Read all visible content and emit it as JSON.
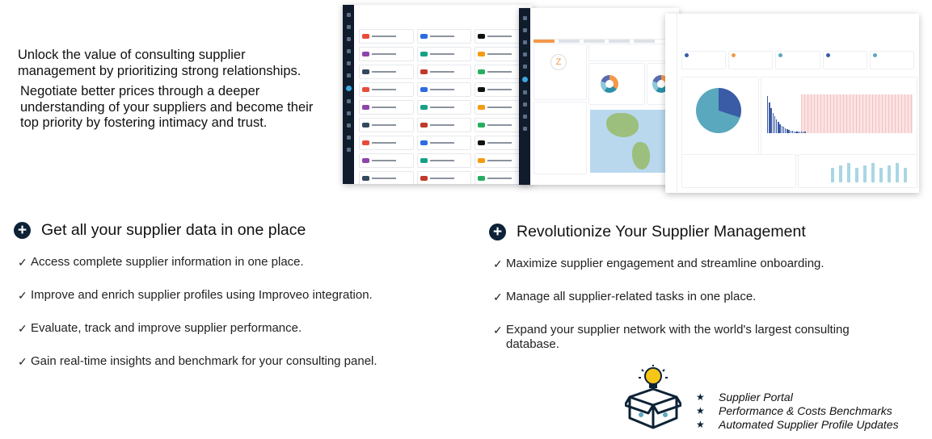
{
  "intro": {
    "line1": "Unlock the value of consulting supplier management by prioritizing strong relationships.",
    "line2": "Negotiate better prices through a deeper understanding of your suppliers and become their top priority by fostering intimacy and trust."
  },
  "left_section": {
    "heading": "Get all your supplier data in one place",
    "items": [
      "Access complete supplier information in one place.",
      "Improve and enrich supplier profiles using Improveo integration.",
      "Evaluate, track and improve supplier performance.",
      "Gain real-time insights and benchmark for your consulting panel."
    ]
  },
  "right_section": {
    "heading": "Revolutionize Your Supplier Management",
    "items": [
      "Maximize supplier engagement and streamline onboarding.",
      "Manage all supplier-related tasks in one place.",
      "Expand your supplier network with the world's largest consulting database."
    ]
  },
  "highlights": [
    "Supplier Portal",
    "Performance & Costs Benchmarks",
    "Automated Supplier Profile Updates"
  ],
  "check_glyph": "✓",
  "plus_glyph": "+",
  "star_glyph": "★",
  "icons": {
    "section_marker": "plus-circle-icon",
    "list_marker": "checkmark-icon",
    "highlight_marker": "star-icon",
    "illustration": "lightbulb-box-icon"
  },
  "colors": {
    "accent_dark": "#0d2236",
    "accent_orange": "#f2994a",
    "accent_blue": "#3a5ba5",
    "accent_teal": "#5aa8bd"
  }
}
